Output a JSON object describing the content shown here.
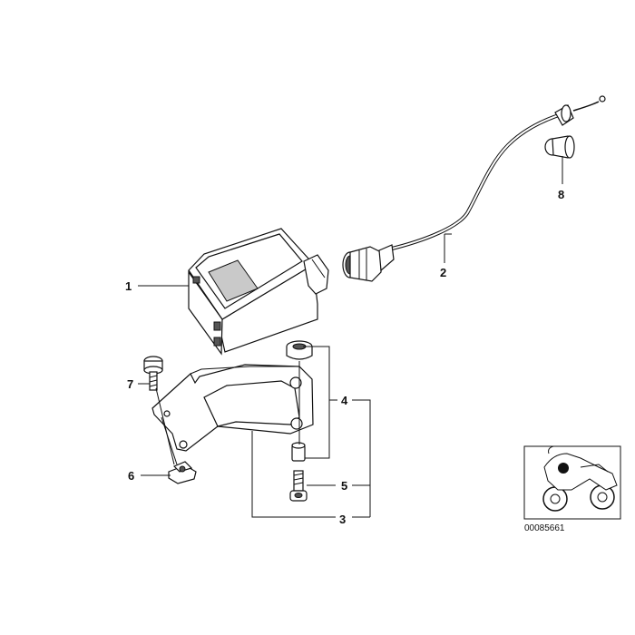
{
  "callouts": {
    "c1": "1",
    "c2": "2",
    "c3": "3",
    "c4": "4",
    "c5": "5",
    "c6": "6",
    "c7": "7",
    "c8": "8"
  },
  "thumbnail": {
    "reference_number": "00085661"
  }
}
